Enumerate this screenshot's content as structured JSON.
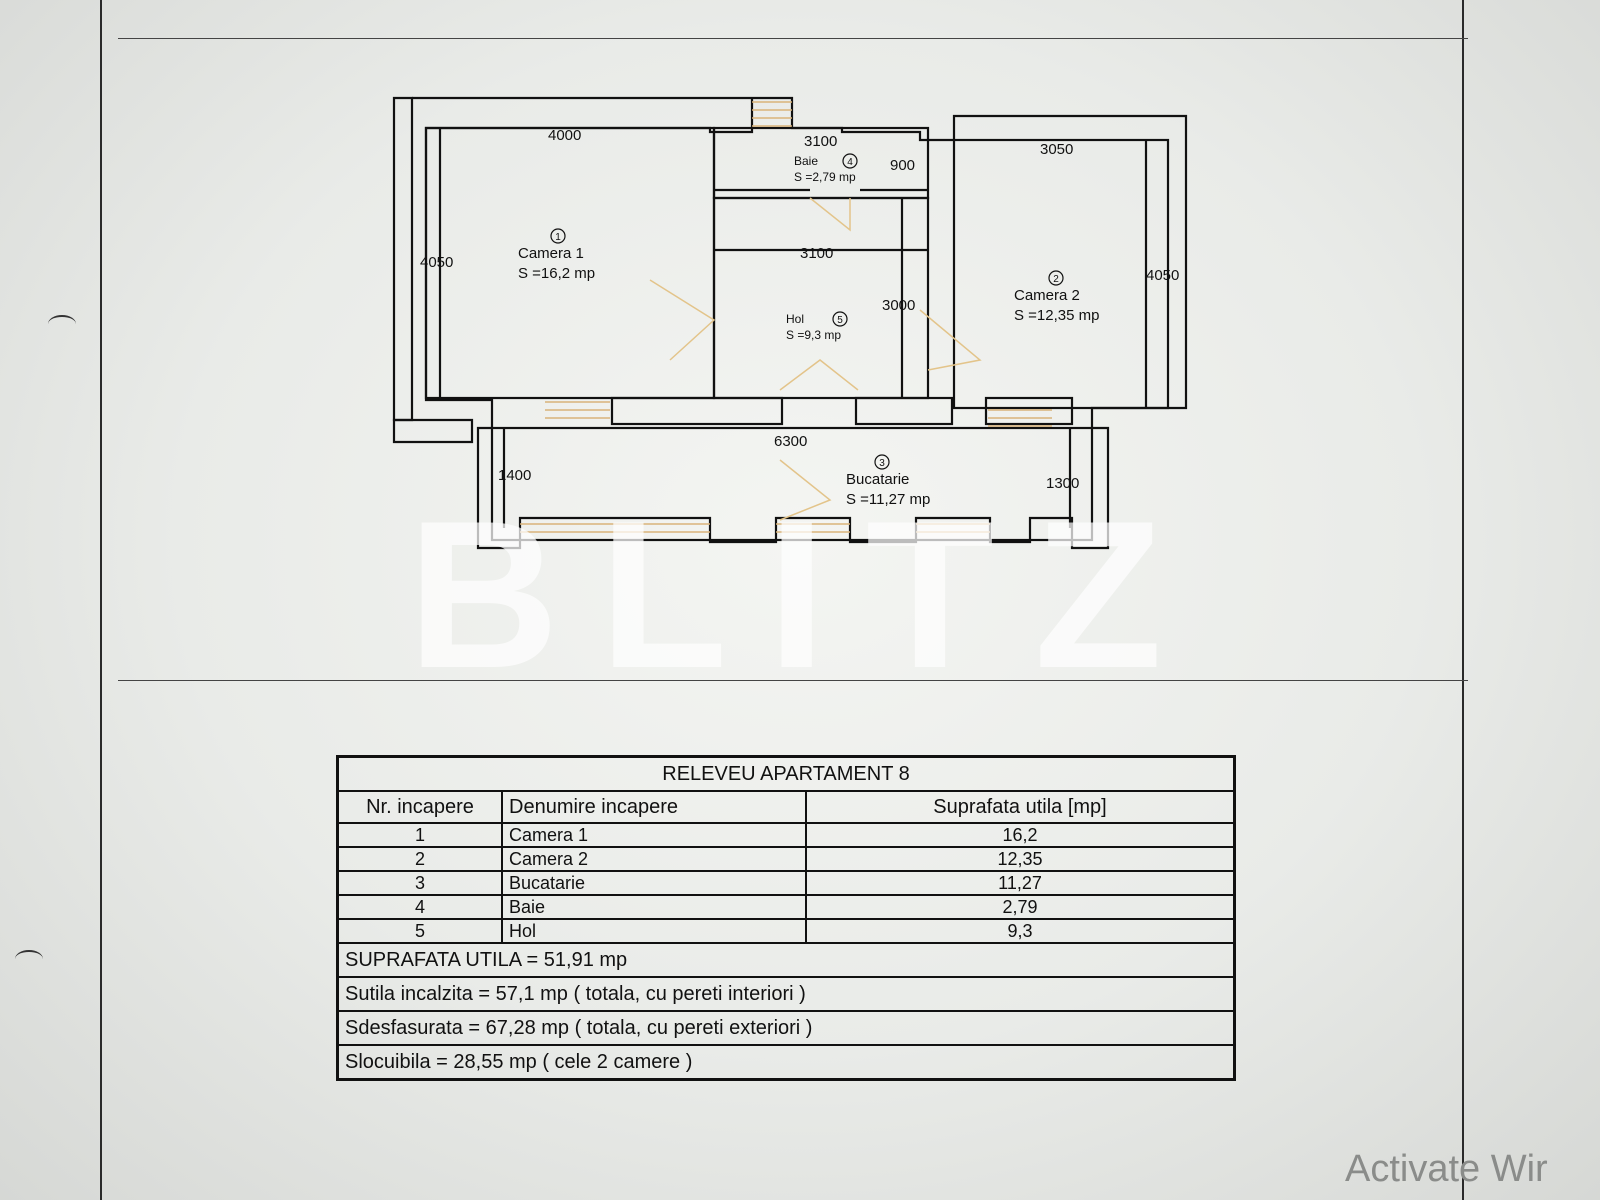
{
  "plan": {
    "rooms": [
      {
        "id": "1",
        "name": "Camera 1",
        "area": "S =16,2 mp"
      },
      {
        "id": "2",
        "name": "Camera 2",
        "area": "S =12,35 mp"
      },
      {
        "id": "3",
        "name": "Bucatarie",
        "area": "S =11,27 mp"
      },
      {
        "id": "4",
        "name": "Baie",
        "area": "S =2,79 mp"
      },
      {
        "id": "5",
        "name": "Hol",
        "area": "S =9,3 mp"
      }
    ],
    "dimensions": {
      "camera1_width": "4000",
      "camera1_height": "4050",
      "baie_width": "3100",
      "baie_depth": "900",
      "hol_width": "3100",
      "hol_height": "3000",
      "camera2_width": "3050",
      "camera2_height": "4050",
      "bucatarie_width": "6300",
      "bucatarie_left": "1400",
      "bucatarie_right": "1300"
    }
  },
  "watermark": "BLITZ",
  "table": {
    "title": "RELEVEU APARTAMENT 8",
    "headers": [
      "Nr. incapere",
      "Denumire incapere",
      "Suprafata utila [mp]"
    ],
    "rows": [
      {
        "nr": "1",
        "name": "Camera 1",
        "area": "16,2"
      },
      {
        "nr": "2",
        "name": "Camera 2",
        "area": "12,35"
      },
      {
        "nr": "3",
        "name": "Bucatarie",
        "area": "11,27"
      },
      {
        "nr": "4",
        "name": "Baie",
        "area": "2,79"
      },
      {
        "nr": "5",
        "name": "Hol",
        "area": "9,3"
      }
    ],
    "summary": [
      "SUPRAFATA UTILA = 51,91 mp",
      "Sutila incalzita = 57,1 mp ( totala, cu pereti interiori )",
      "Sdesfasurata = 67,28 mp ( totala, cu pereti exteriori )",
      "Slocuibila = 28,55 mp ( cele 2 camere )"
    ]
  },
  "os_overlay": {
    "activate_text": "Activate Wir"
  }
}
